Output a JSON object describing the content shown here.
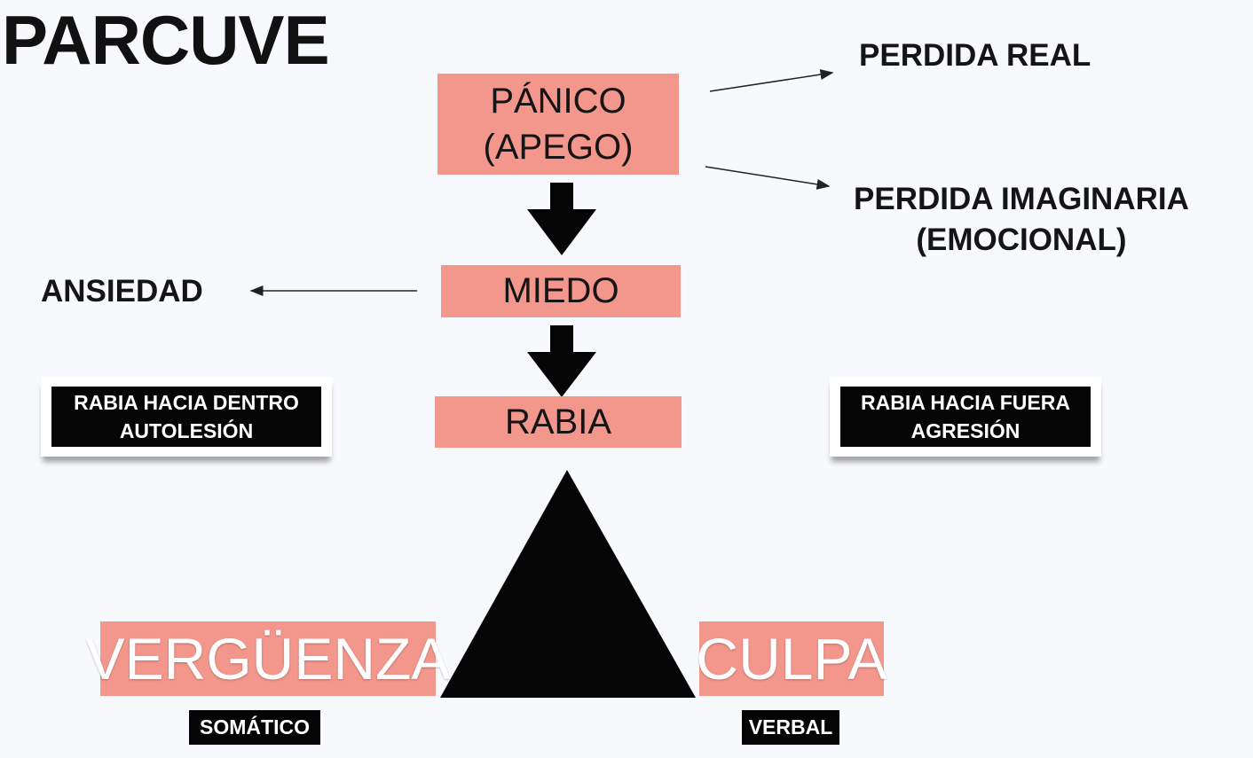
{
  "title": "PARCUVE",
  "nodes": {
    "panico": [
      "PÁNICO",
      "(APEGO)"
    ],
    "miedo": "MIEDO",
    "rabia": "RABIA"
  },
  "labels": {
    "perdida_real": "PERDIDA REAL",
    "perdida_imaginaria": [
      "PERDIDA IMAGINARIA",
      "(EMOCIONAL)"
    ],
    "ansiedad": "ANSIEDAD"
  },
  "cards": {
    "left": [
      "RABIA HACIA DENTRO",
      "AUTOLESIÓN"
    ],
    "right": [
      "RABIA HACIA FUERA",
      "AGRESIÓN"
    ]
  },
  "triangle": {
    "left_label": "VERGÜENZA",
    "right_label": "CULPA",
    "left_tag": "SOMÁTICO",
    "right_tag": "VERBAL"
  },
  "colors": {
    "box": "#f3968c",
    "background": "#f7f9fd",
    "dark": "#050505"
  }
}
